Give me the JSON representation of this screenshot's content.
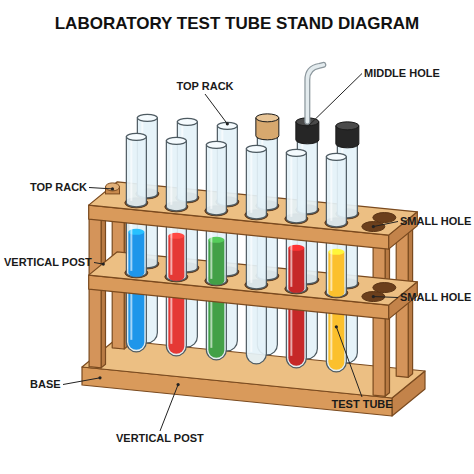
{
  "diagram": {
    "title": "LABORATORY TEST TUBE STAND DIAGRAM",
    "labels": [
      "TOP RACK",
      "MIDDLE HOLE",
      "TOP RACK",
      "SMALL HOLE",
      "VERTICAL POST",
      "SMALL HOLE",
      "BASE",
      "TEST TUBE",
      "VERTICAL POST"
    ]
  }
}
